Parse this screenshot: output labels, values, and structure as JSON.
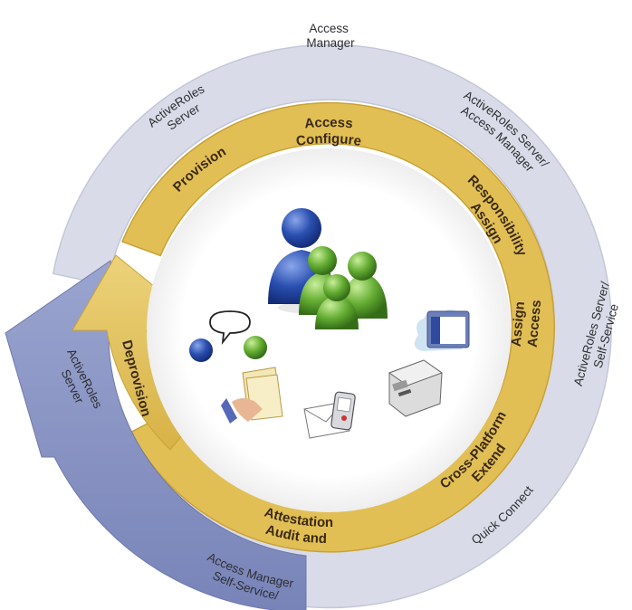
{
  "colors": {
    "inner_ring": "#e1bf55",
    "inner_ring_dark": "#c9a235",
    "outer_ring": "#d9dce8",
    "outer_ring_shadow": "#b9bdd0",
    "arrow_blue": "#8d98c4",
    "person_blue": "#1f3f9b",
    "person_green": "#5fa330"
  },
  "inner_stages": {
    "provision": [
      "Provision"
    ],
    "configure_access": [
      "Configure",
      "Access"
    ],
    "assign_responsibility": [
      "Assign",
      "Responsibility"
    ],
    "assign_access": [
      "Assign",
      "Access"
    ],
    "extend_cross_platform": [
      "Extend",
      "Cross-Platform"
    ],
    "audit_attestation": [
      "Audit and",
      "Attestation"
    ],
    "deprovision": [
      "Deprovision"
    ]
  },
  "outer_tools": {
    "activeroles_server_top": [
      "ActiveRoles",
      "Server"
    ],
    "access_manager_top": [
      "Access",
      "Manager"
    ],
    "activeroles_access_manager": [
      "ActiveRoles Server/",
      "Access Manager"
    ],
    "activeroles_self_service": [
      "ActiveRoles Server/",
      "Self-Service"
    ],
    "quick_connect": [
      "Quick Connect"
    ],
    "self_service_access_manager": [
      "Self-Service/",
      "Access Manager"
    ],
    "activeroles_server_arrow": [
      "ActiveRoles",
      "Server"
    ]
  },
  "center_icons": [
    "users-group-icon",
    "chat-users-icon",
    "folder-document-icon",
    "envelope-phone-icon",
    "web-window-icon",
    "printer-icon"
  ]
}
